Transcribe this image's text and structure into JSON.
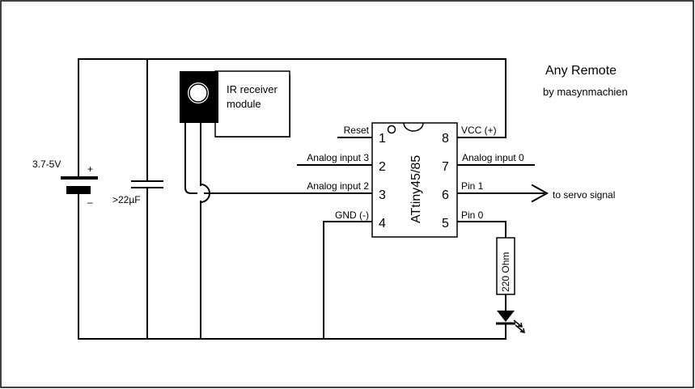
{
  "title": "Any Remote",
  "author": "by masynmachien",
  "ir_module": {
    "line1": "IR receiver",
    "line2": "module"
  },
  "battery": {
    "voltage": "3.7-5V",
    "plus": "+",
    "minus": "–"
  },
  "capacitor": {
    "value": ">22µF"
  },
  "ic": {
    "name": "ATtiny45/85",
    "pins": {
      "p1": {
        "num": "1",
        "label": "Reset"
      },
      "p2": {
        "num": "2",
        "label": "Analog input 3"
      },
      "p3": {
        "num": "3",
        "label": "Analog input 2"
      },
      "p4": {
        "num": "4",
        "label": "GND (-)"
      },
      "p5": {
        "num": "5",
        "label": "Pin 0"
      },
      "p6": {
        "num": "6",
        "label": "Pin 1"
      },
      "p7": {
        "num": "7",
        "label": "Analog input 0"
      },
      "p8": {
        "num": "8",
        "label": "VCC (+)"
      }
    }
  },
  "output": {
    "label": "to servo signal"
  },
  "resistor": {
    "value": "220 Ohm"
  }
}
